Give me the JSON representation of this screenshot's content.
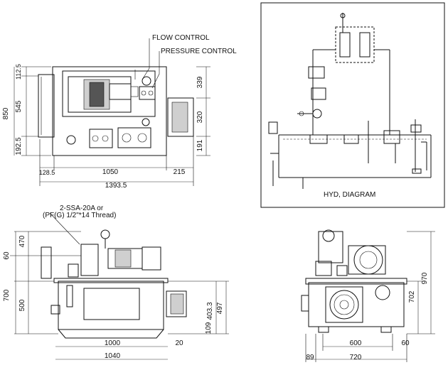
{
  "callouts": {
    "flow_control": "FLOW CONTROL",
    "pressure_control": "PRESSURE CONTROL",
    "port_line1": "2-SSA-20A or",
    "port_line2": "(PF(G) 1/2\"*14 Thread)"
  },
  "hyd_diagram_title": "HYD, DIAGRAM",
  "top_view": {
    "left_dims": [
      "850",
      "112.5",
      "545",
      "192.5"
    ],
    "right_dims": [
      "339",
      "320",
      "191"
    ],
    "bottom_dims": [
      "128.5",
      "1050",
      "215",
      "1393.5"
    ]
  },
  "front_view": {
    "left_dims": [
      "470",
      "60",
      "700",
      "500"
    ],
    "right_dims": [
      "403.3",
      "497",
      "109"
    ],
    "bottom_dims": [
      "1000",
      "20",
      "1040"
    ]
  },
  "side_view": {
    "right_dims": [
      "970",
      "702"
    ],
    "bottom_dims": [
      "600",
      "60",
      "89",
      "720"
    ]
  }
}
